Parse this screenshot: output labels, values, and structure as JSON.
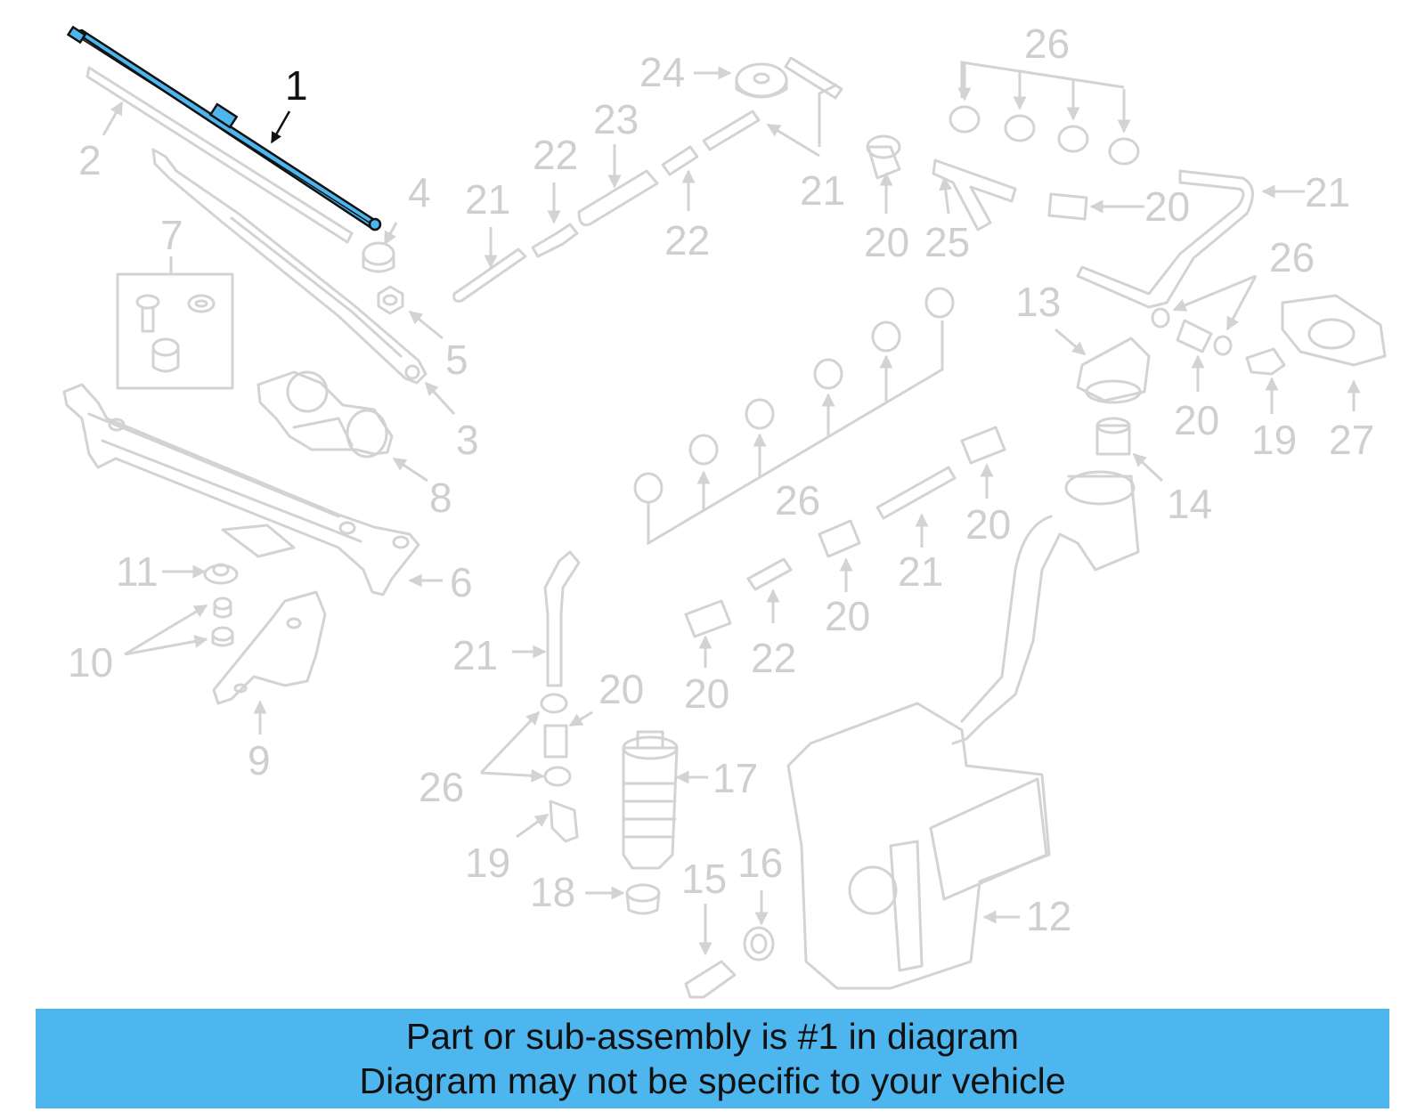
{
  "diagram": {
    "highlight_color": "#4db6ef",
    "active_label_color": "#111111",
    "inactive_color": "#d3d3d3",
    "callouts": {
      "c1": "1",
      "c2": "2",
      "c3": "3",
      "c4": "4",
      "c5": "5",
      "c6": "6",
      "c7": "7",
      "c8": "8",
      "c9": "9",
      "c10": "10",
      "c11": "11",
      "c12": "12",
      "c13": "13",
      "c14": "14",
      "c15": "15",
      "c16": "16",
      "c17": "17",
      "c18": "18",
      "c19a": "19",
      "c19b": "19",
      "c20a": "20",
      "c20b": "20",
      "c20c": "20",
      "c20d": "20",
      "c20e": "20",
      "c20f": "20",
      "c20g": "20",
      "c20h": "20",
      "c21a": "21",
      "c21b": "21",
      "c21c": "21",
      "c21d": "21",
      "c21e": "21",
      "c22a": "22",
      "c22b": "22",
      "c22c": "22",
      "c23": "23",
      "c24": "24",
      "c25": "25",
      "c26a": "26",
      "c26b": "26",
      "c26c": "26",
      "c26d": "26",
      "c27": "27"
    }
  },
  "banner": {
    "line1": "Part or sub-assembly is #1 in diagram",
    "line2": "Diagram may not be specific to your vehicle",
    "background": "#4db6ef"
  }
}
